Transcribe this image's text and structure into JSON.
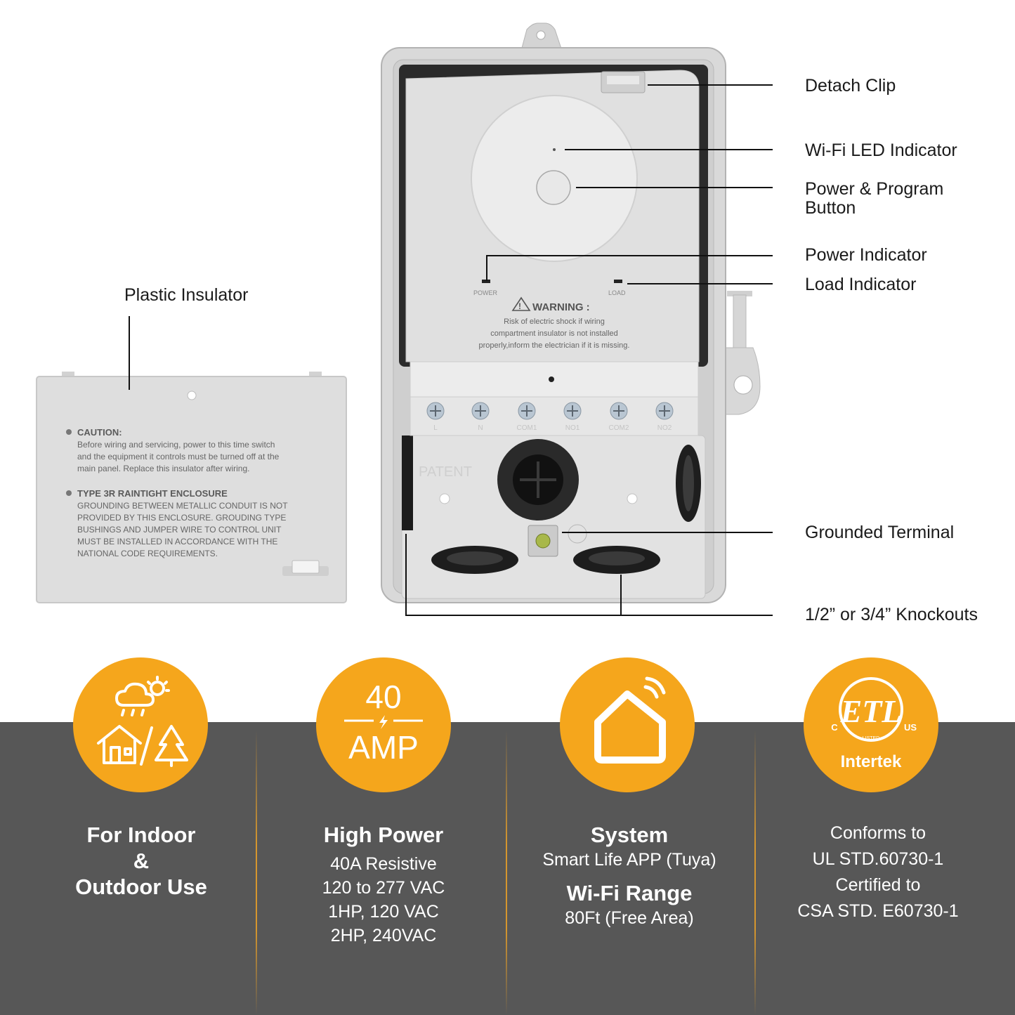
{
  "callouts": {
    "detach_clip": "Detach Clip",
    "wifi_led": "Wi-Fi LED Indicator",
    "power_program_1": "Power & Program",
    "power_program_2": "Button",
    "power_indicator": "Power Indicator",
    "load_indicator": "Load Indicator",
    "plastic_insulator": "Plastic Insulator",
    "grounded_terminal": "Grounded Terminal",
    "knockouts": "1/2” or 3/4” Knockouts"
  },
  "insulator_panel": {
    "caution_title": "CAUTION:",
    "caution_lines": [
      "Before wiring and servicing, power to this time switch",
      "and the equipment it controls must be turned off at the",
      "main panel. Replace this insulator after wiring."
    ],
    "type3r_title": "TYPE 3R RAINTIGHT ENCLOSURE",
    "type3r_lines": [
      "GROUNDING BETWEEN METALLIC CONDUIT IS NOT",
      "PROVIDED BY THIS ENCLOSURE. GROUDING TYPE",
      "BUSHINGS AND JUMPER WIRE TO CONTROL UNIT",
      "MUST BE INSTALLED IN ACCORDANCE WITH THE",
      "NATIONAL CODE REQUIREMENTS."
    ]
  },
  "device": {
    "power_label": "POWER",
    "load_label": "LOAD",
    "warning_title": "WARNING :",
    "warning_lines": [
      "Risk of electric shock if wiring",
      "compartment insulator is not installed",
      "properly,inform the electrician if it is missing."
    ],
    "terminals": [
      "L",
      "N",
      "COM1",
      "NO1",
      "COM2",
      "NO2"
    ],
    "patent": "PATENT"
  },
  "badges": {
    "amp_value": "40",
    "amp_unit": "AMP",
    "cert_c": "C",
    "cert_us": "US",
    "cert_listed": "LISTED",
    "cert_brand": "Intertek"
  },
  "features": {
    "indoor": {
      "title_1": "For Indoor",
      "title_2": "&",
      "title_3": "Outdoor Use"
    },
    "power": {
      "title": "High Power",
      "lines": [
        "40A Resistive",
        "120 to 277 VAC",
        "1HP, 120 VAC",
        "2HP, 240VAC"
      ]
    },
    "system": {
      "title": "System",
      "line": "Smart Life APP (Tuya)",
      "range_title": "Wi-Fi Range",
      "range_line": "80Ft (Free Area)"
    },
    "cert": {
      "lines": [
        "Conforms to",
        "UL STD.60730-1",
        "Certified to",
        "CSA STD. E60730-1"
      ]
    }
  },
  "colors": {
    "accent": "#f5a61c",
    "band": "#575757",
    "housing": "#d9d9d9"
  }
}
